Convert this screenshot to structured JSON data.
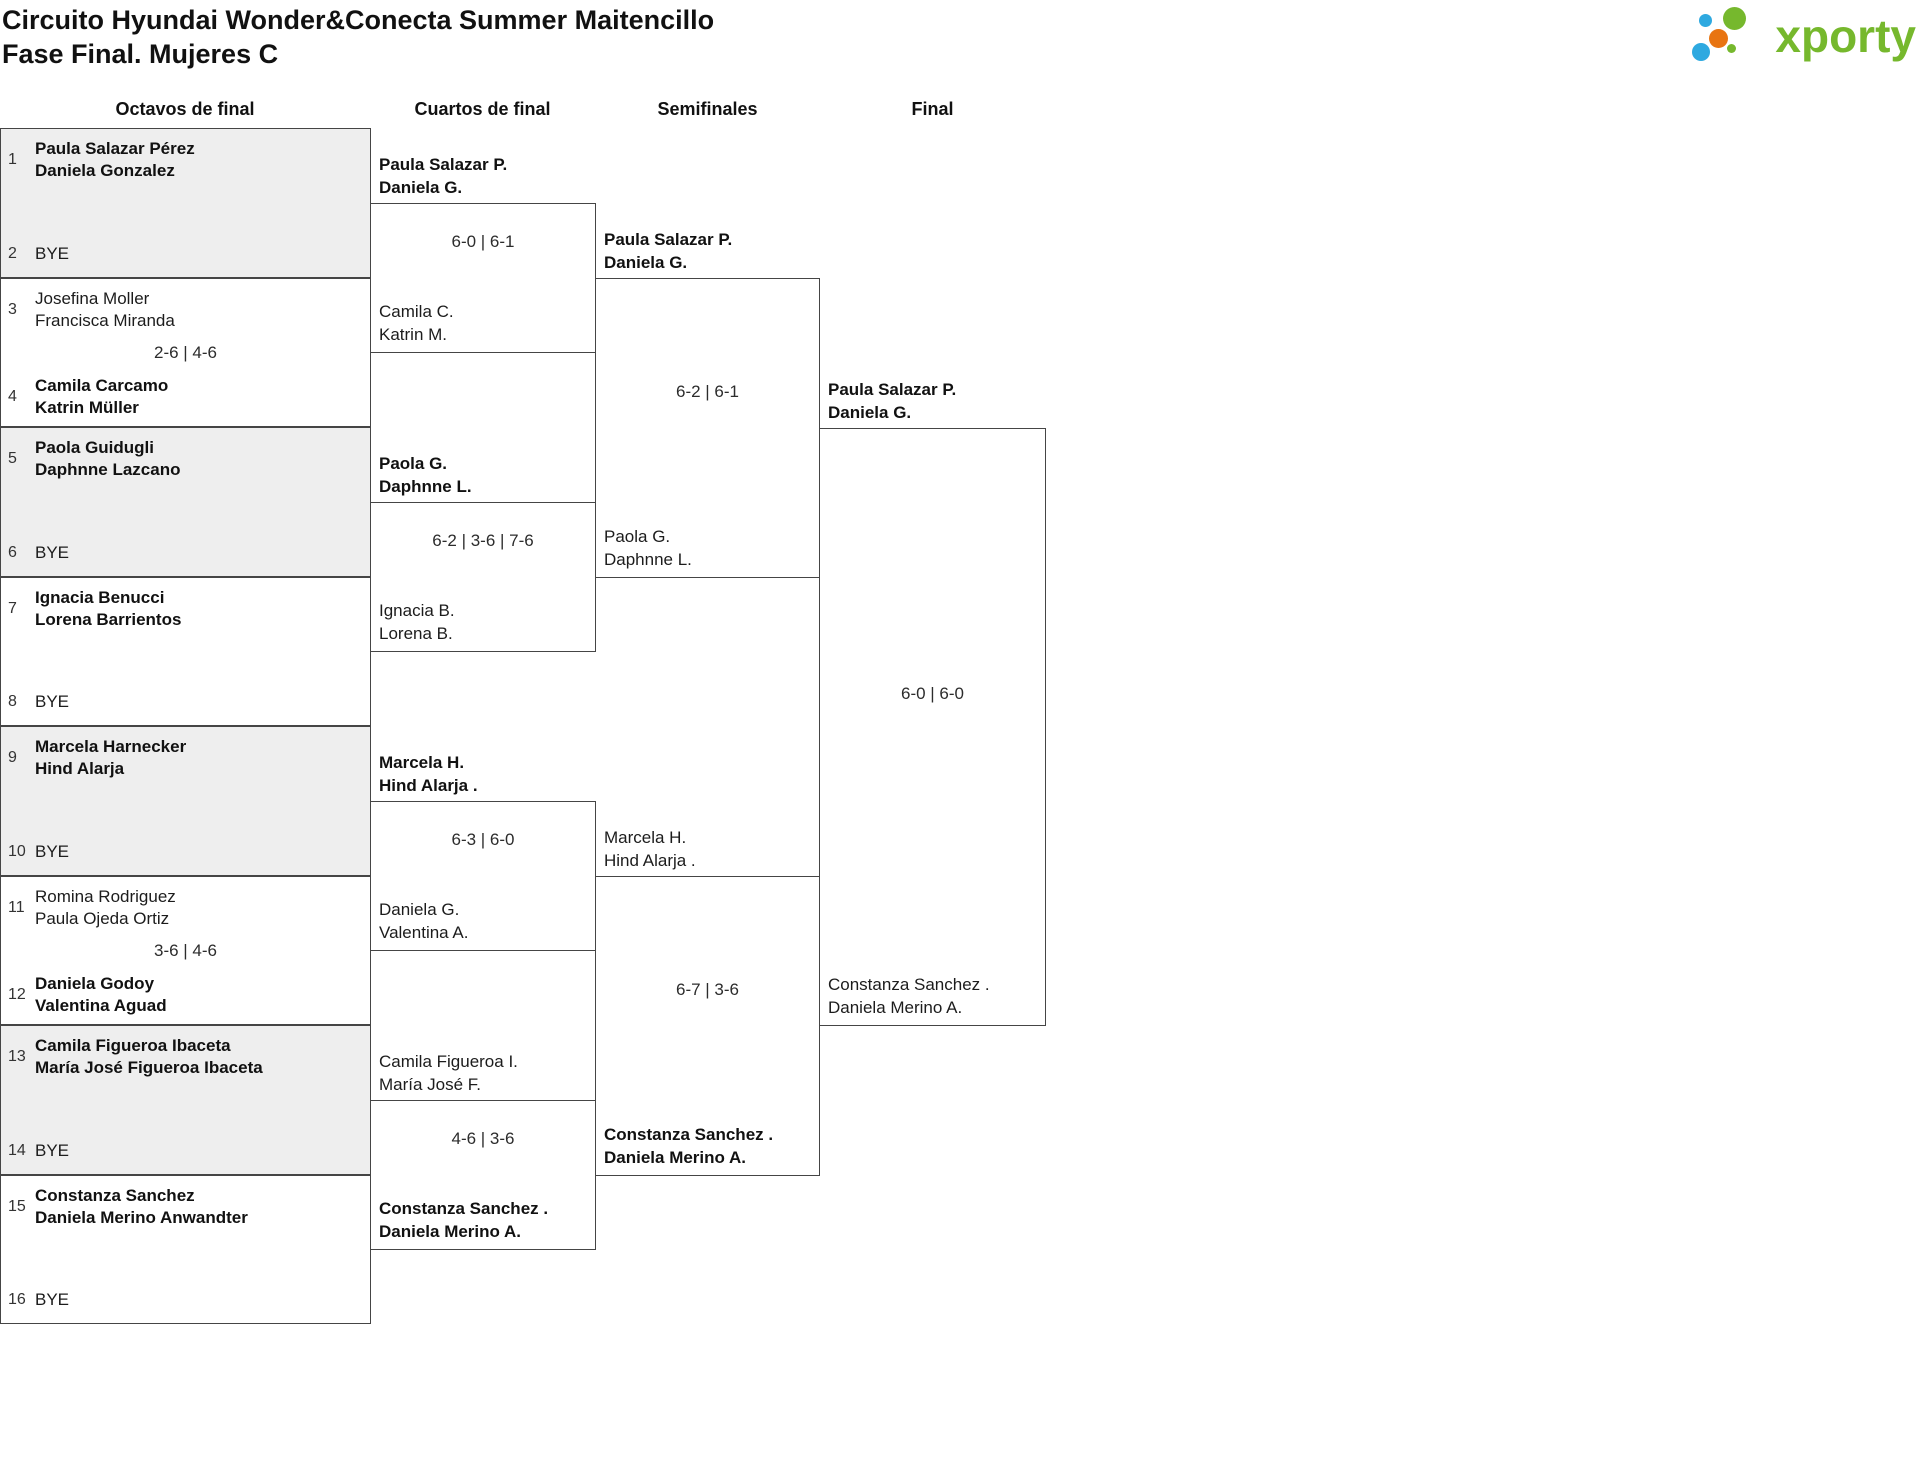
{
  "header": {
    "title_line1": "Circuito Hyundai Wonder&Conecta Summer Maitencillo",
    "title_line2": "Fase Final. Mujeres C",
    "logo_text": "xporty"
  },
  "colors": {
    "logo_green": "#76b82d",
    "logo_blue": "#2ea9e0",
    "logo_orange": "#e87411",
    "box_gray": "#eeeeee",
    "box_border": "#454545"
  },
  "round_titles": {
    "r16": "Octavos de final",
    "qf": "Cuartos de final",
    "sf": "Semifinales",
    "f": "Final"
  },
  "rounds": {
    "r16": {
      "matches": [
        {
          "team1": {
            "seed": "1",
            "line1": "Paula Salazar Pérez",
            "line2": "Daniela Gonzalez",
            "winner": true
          },
          "team2": {
            "seed": "2",
            "line1": "BYE",
            "bye": true
          },
          "score": ""
        },
        {
          "team1": {
            "seed": "3",
            "line1": "Josefina Moller",
            "line2": "Francisca Miranda",
            "winner": false
          },
          "team2": {
            "seed": "4",
            "line1": "Camila Carcamo",
            "line2": "Katrin Müller",
            "winner": true
          },
          "score": "2-6 | 4-6"
        },
        {
          "team1": {
            "seed": "5",
            "line1": "Paola Guidugli",
            "line2": "Daphnne Lazcano",
            "winner": true
          },
          "team2": {
            "seed": "6",
            "line1": "BYE",
            "bye": true
          },
          "score": ""
        },
        {
          "team1": {
            "seed": "7",
            "line1": "Ignacia Benucci",
            "line2": "Lorena Barrientos",
            "winner": true
          },
          "team2": {
            "seed": "8",
            "line1": "BYE",
            "bye": true
          },
          "score": ""
        },
        {
          "team1": {
            "seed": "9",
            "line1": "Marcela Harnecker",
            "line2": "Hind Alarja",
            "winner": true
          },
          "team2": {
            "seed": "10",
            "line1": "BYE",
            "bye": true
          },
          "score": ""
        },
        {
          "team1": {
            "seed": "11",
            "line1": "Romina Rodriguez",
            "line2": "Paula Ojeda Ortiz",
            "winner": false
          },
          "team2": {
            "seed": "12",
            "line1": "Daniela Godoy",
            "line2": "Valentina Aguad",
            "winner": true
          },
          "score": "3-6 | 4-6"
        },
        {
          "team1": {
            "seed": "13",
            "line1": "Camila Figueroa Ibaceta",
            "line2": "María José Figueroa Ibaceta",
            "winner": true
          },
          "team2": {
            "seed": "14",
            "line1": "BYE",
            "bye": true
          },
          "score": ""
        },
        {
          "team1": {
            "seed": "15",
            "line1": "Constanza Sanchez",
            "line2": "Daniela Merino Anwandter",
            "winner": true
          },
          "team2": {
            "seed": "16",
            "line1": "BYE",
            "bye": true
          },
          "score": ""
        }
      ]
    },
    "qf": {
      "matches": [
        {
          "team1": {
            "line1": "Paula Salazar P.",
            "line2": "Daniela G.",
            "winner": true
          },
          "team2": {
            "line1": "Camila C.",
            "line2": "Katrin M.",
            "winner": false
          },
          "score": "6-0 | 6-1"
        },
        {
          "team1": {
            "line1": "Paola G.",
            "line2": "Daphnne L.",
            "winner": true
          },
          "team2": {
            "line1": "Ignacia B.",
            "line2": "Lorena B.",
            "winner": false
          },
          "score": "6-2 | 3-6 | 7-6"
        },
        {
          "team1": {
            "line1": "Marcela H.",
            "line2": "Hind Alarja .",
            "winner": true
          },
          "team2": {
            "line1": "Daniela G.",
            "line2": "Valentina A.",
            "winner": false
          },
          "score": "6-3 | 6-0"
        },
        {
          "team1": {
            "line1": "Camila Figueroa I.",
            "line2": "María José F.",
            "winner": false
          },
          "team2": {
            "line1": "Constanza Sanchez .",
            "line2": "Daniela Merino A.",
            "winner": true
          },
          "score": "4-6 | 3-6"
        }
      ]
    },
    "sf": {
      "matches": [
        {
          "team1": {
            "line1": "Paula Salazar P.",
            "line2": "Daniela G.",
            "winner": true
          },
          "team2": {
            "line1": "Paola G.",
            "line2": "Daphnne L.",
            "winner": false
          },
          "score": "6-2 | 6-1"
        },
        {
          "team1": {
            "line1": "Marcela H.",
            "line2": "Hind Alarja .",
            "winner": false
          },
          "team2": {
            "line1": "Constanza Sanchez .",
            "line2": "Daniela Merino A.",
            "winner": true
          },
          "score": "6-7 | 3-6"
        }
      ]
    },
    "f": {
      "matches": [
        {
          "team1": {
            "line1": "Paula Salazar P.",
            "line2": "Daniela G.",
            "winner": true
          },
          "team2": {
            "line1": "Constanza Sanchez .",
            "line2": "Daniela Merino A.",
            "winner": false
          },
          "score": "6-0 | 6-0"
        }
      ]
    }
  }
}
